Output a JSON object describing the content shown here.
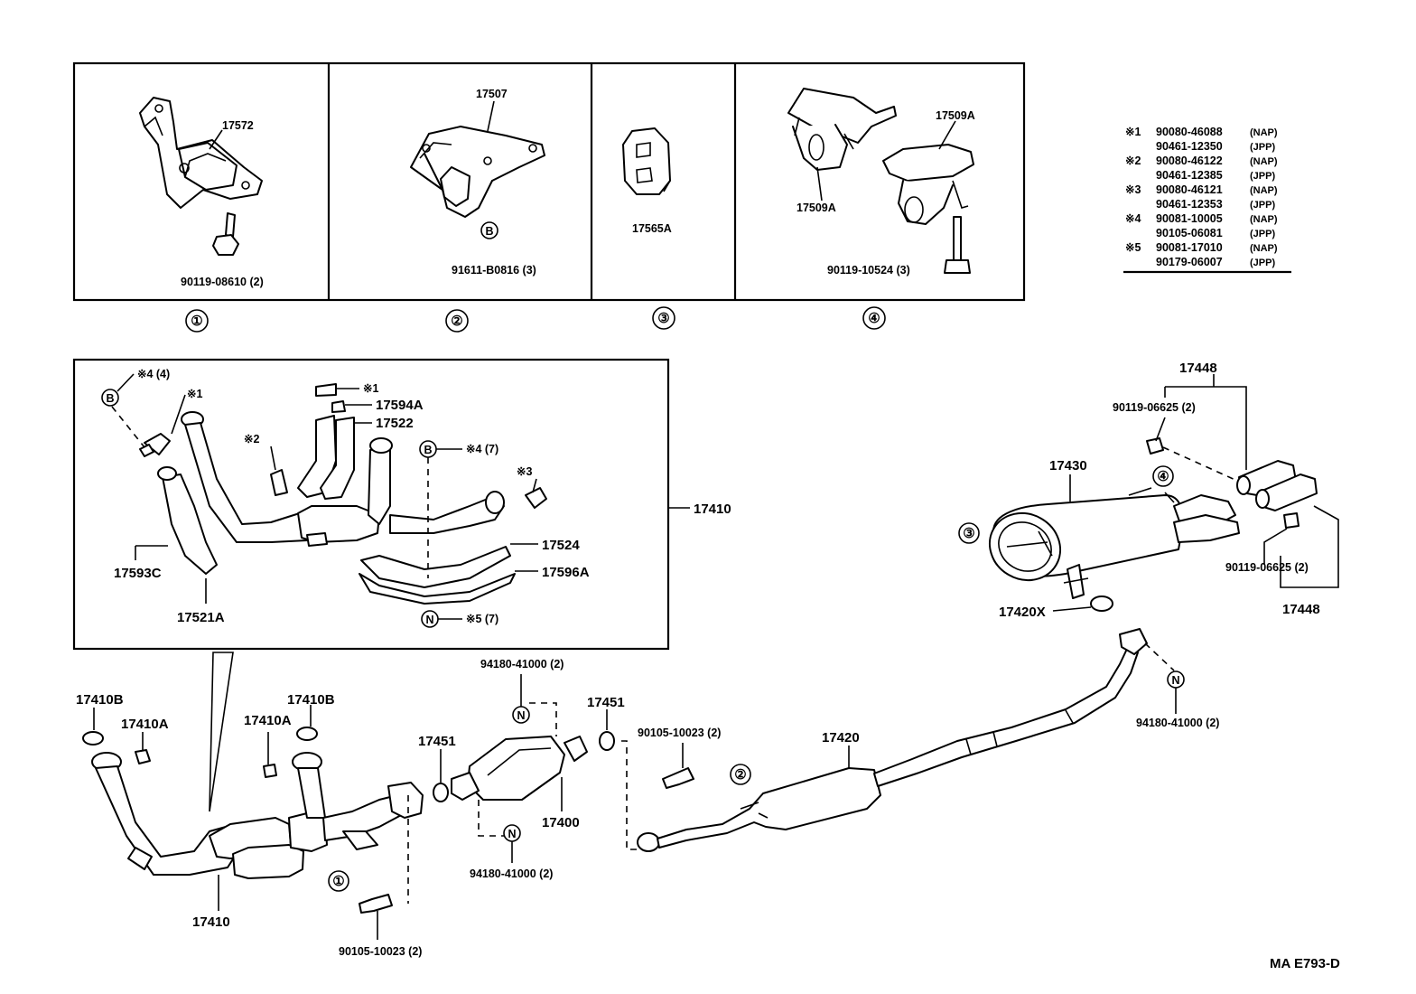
{
  "labels": {
    "p17572": "17572",
    "p90119_08610": "90119-08610 (2)",
    "p17507": "17507",
    "p91611_b0816": "91611-B0816 (3)",
    "p17565a": "17565A",
    "p17509a_top": "17509A",
    "p17509a_bottom": "17509A",
    "p90119_10524": "90119-10524 (3)",
    "note_m4_4": "※4 (4)",
    "note_m1_a": "※1",
    "note_m1_b": "※1",
    "p17594a": "17594A",
    "p17522": "17522",
    "note_m2": "※2",
    "note_m4_7": "※4 (7)",
    "note_m3": "※3",
    "p17524": "17524",
    "p17596a": "17596A",
    "p17593c": "17593C",
    "p17521a": "17521A",
    "note_m5_7": "※5 (7)",
    "p17410_inset": "17410",
    "p17448_top": "17448",
    "p90119_06625_top": "90119-06625 (2)",
    "p17430": "17430",
    "p90119_06625_bottom": "90119-06625 (2)",
    "p17448_bottom": "17448",
    "p17420x": "17420X",
    "p94180_top": "94180-41000 (2)",
    "p17451_right": "17451",
    "p90105_right": "90105-10023 (2)",
    "p17420": "17420",
    "p94180_right": "94180-41000 (2)",
    "p17410b_left": "17410B",
    "p17410a_left": "17410A",
    "p17410a_mid": "17410A",
    "p17410b_right": "17410B",
    "p17451_left": "17451",
    "p17400": "17400",
    "p94180_bottom": "94180-41000 (2)",
    "p17410_main": "17410",
    "p90105_bottom": "90105-10023 (2)",
    "drawing_code": "MA  E793-D"
  },
  "circle_letters": {
    "b": "B",
    "n": "N"
  },
  "panel_numbers": [
    "①",
    "②",
    "③",
    "④"
  ],
  "legend": [
    {
      "mark": "※1",
      "part": "90080-46088",
      "region": "(NAP)"
    },
    {
      "mark": "",
      "part": "90461-12350",
      "region": "(JPP)"
    },
    {
      "mark": "※2",
      "part": "90080-46122",
      "region": "(NAP)"
    },
    {
      "mark": "",
      "part": "90461-12385",
      "region": "(JPP)"
    },
    {
      "mark": "※3",
      "part": "90080-46121",
      "region": "(NAP)"
    },
    {
      "mark": "",
      "part": "90461-12353",
      "region": "(JPP)"
    },
    {
      "mark": "※4",
      "part": "90081-10005",
      "region": "(NAP)"
    },
    {
      "mark": "",
      "part": "90105-06081",
      "region": "(JPP)"
    },
    {
      "mark": "※5",
      "part": "90081-17010",
      "region": "(NAP)"
    },
    {
      "mark": "",
      "part": "90179-06007",
      "region": "(JPP)"
    }
  ]
}
